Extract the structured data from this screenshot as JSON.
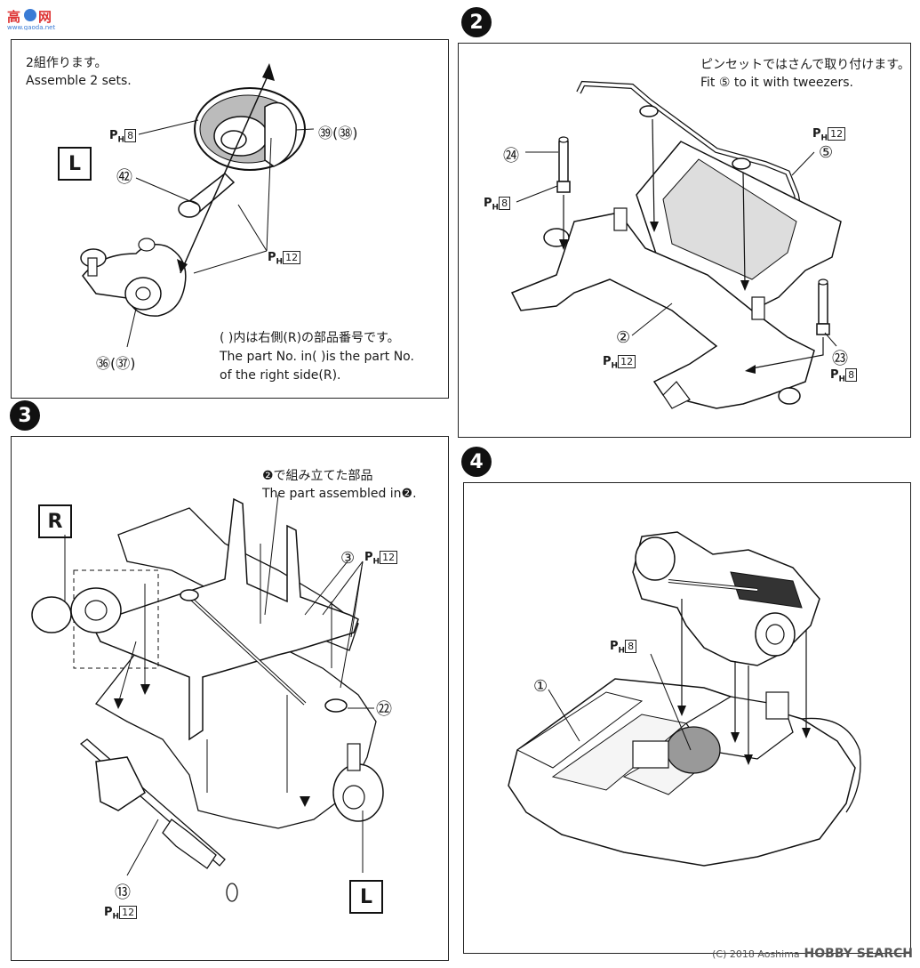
{
  "logo": {
    "brand": "高达网",
    "url_text": "www.gaoda.net"
  },
  "footer": {
    "copyright": "(C) 2018 Aoshima",
    "brand": "HOBBY SEARCH"
  },
  "step1": {
    "text_jp": "2組作ります。",
    "text_en": "Assemble 2 sets.",
    "side_left": "L",
    "parts": [
      "㊴(㊳)",
      "㊷",
      "㊱(㊲)"
    ],
    "ph_a": "8",
    "ph_b": "12",
    "note_jp": "(  )内は右側(R)の部品番号です。",
    "note_en_1": "The part No. in(  )is the part No.",
    "note_en_2": "of the right side(R)."
  },
  "step2": {
    "number": "2",
    "text_jp": "ピンセットではさんで取り付けます。",
    "text_en": "Fit ⑤ to it with tweezers.",
    "parts": [
      "㉔",
      "⑤",
      "②",
      "㉓"
    ],
    "ph_a": "12",
    "ph_b": "8",
    "ph_c": "12",
    "ph_d": "8"
  },
  "step3": {
    "number": "3",
    "text_jp": "❷で組み立てた部品",
    "text_en": "The part assembled in❷.",
    "side_right": "R",
    "side_left": "L",
    "parts": [
      "③",
      "㉒",
      "⑬"
    ],
    "ph_a": "12",
    "ph_b": "12"
  },
  "step4": {
    "number": "4",
    "parts": [
      "①"
    ],
    "ph_a": "8"
  }
}
